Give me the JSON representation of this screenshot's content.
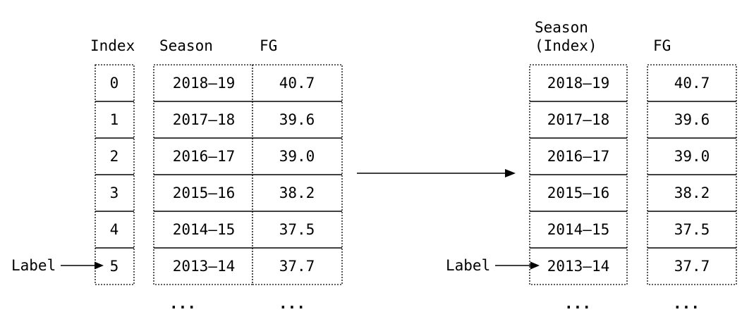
{
  "left": {
    "headers": {
      "index": "Index",
      "season": "Season",
      "fg": "FG"
    },
    "index": [
      "0",
      "1",
      "2",
      "3",
      "4",
      "5"
    ],
    "season": [
      "2018–19",
      "2017–18",
      "2016–17",
      "2015–16",
      "2014–15",
      "2013–14"
    ],
    "fg": [
      "40.7",
      "39.6",
      "39.0",
      "38.2",
      "37.5",
      "37.7"
    ],
    "ellipsis": [
      "...",
      "..."
    ],
    "label": "Label"
  },
  "right": {
    "headers": {
      "season_line1": "Season",
      "season_line2": "(Index)",
      "fg": "FG"
    },
    "season": [
      "2018–19",
      "2017–18",
      "2016–17",
      "2015–16",
      "2014–15",
      "2013–14"
    ],
    "fg": [
      "40.7",
      "39.6",
      "39.0",
      "38.2",
      "37.5",
      "37.7"
    ],
    "ellipsis": [
      "...",
      "..."
    ],
    "label": "Label"
  }
}
